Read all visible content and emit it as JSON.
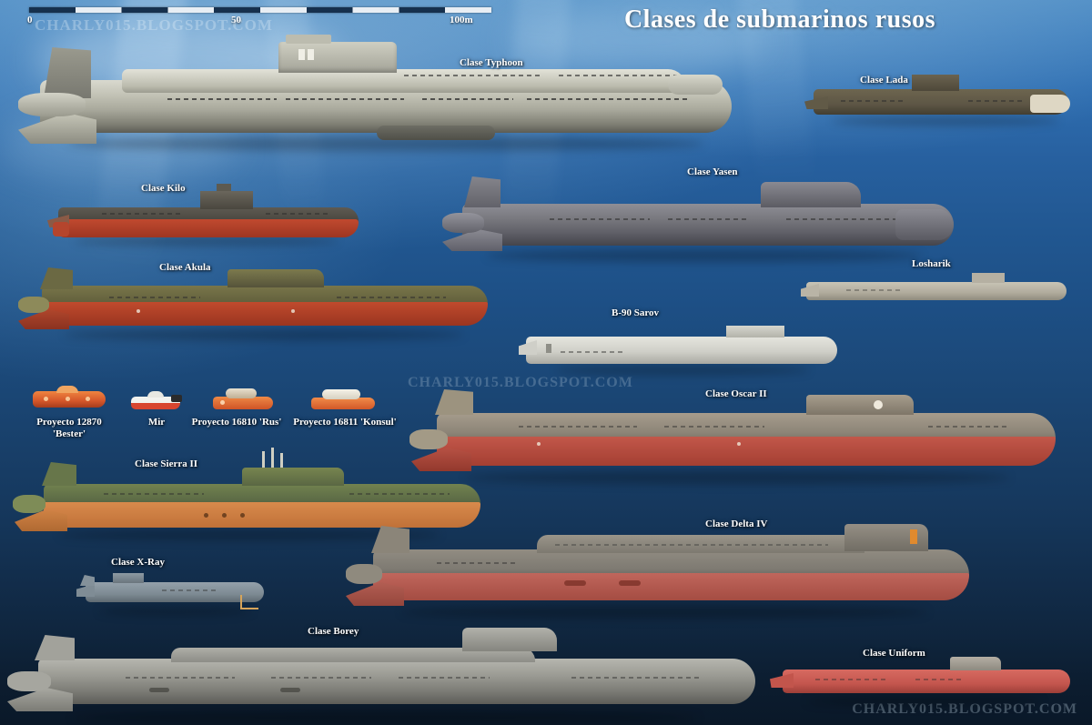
{
  "title": "Clases de submarinos rusos",
  "scale": {
    "start": "0",
    "middle": "50",
    "end": "100m"
  },
  "watermarks": {
    "top_left": "CHARLY015.BLOGSPOT.COM",
    "middle": "CHARLY015.BLOGSPOT.COM",
    "bottom_right": "CHARLY015.BLOGSPOT.COM"
  },
  "submarines": [
    {
      "id": "typhoon",
      "label": "Clase Typhoon"
    },
    {
      "id": "lada",
      "label": "Clase Lada"
    },
    {
      "id": "kilo",
      "label": "Clase Kilo"
    },
    {
      "id": "yasen",
      "label": "Clase Yasen"
    },
    {
      "id": "akula",
      "label": "Clase Akula"
    },
    {
      "id": "losharik",
      "label": "Losharik"
    },
    {
      "id": "sarov",
      "label": "B-90 Sarov"
    },
    {
      "id": "bester",
      "label": "Proyecto 12870 'Bester'"
    },
    {
      "id": "mir",
      "label": "Mir"
    },
    {
      "id": "rus",
      "label": "Proyecto 16810 'Rus'"
    },
    {
      "id": "konsul",
      "label": "Proyecto 16811 'Konsul'"
    },
    {
      "id": "oscar2",
      "label": "Clase Oscar II"
    },
    {
      "id": "sierra2",
      "label": "Clase Sierra II"
    },
    {
      "id": "delta4",
      "label": "Clase Delta IV"
    },
    {
      "id": "xray",
      "label": "Clase X-Ray"
    },
    {
      "id": "borey",
      "label": "Clase Borey"
    },
    {
      "id": "uniform",
      "label": "Clase Uniform"
    }
  ],
  "colors": {
    "water_top": "#4e8cc4",
    "water_bottom": "#0a1828",
    "typhoon_hull": "#b9b9ac",
    "lada_hull": "#5d5645",
    "kilo_hull": "#b03a2a",
    "yasen_hull": "#6f6f78",
    "akula_hull": "#5e5c3a",
    "losharik_hull": "#b9b4a6",
    "sarov_hull": "#cfcfc8",
    "oscar_hull": "#8d8578",
    "sierra_hull": "#5c6b46",
    "sierra_lower": "#c8763e",
    "delta_hull": "#7e7a72",
    "xray_hull": "#7d8a93",
    "borey_hull": "#9a9a93",
    "uniform_hull": "#c4564e",
    "label_text": "#ffffff"
  }
}
